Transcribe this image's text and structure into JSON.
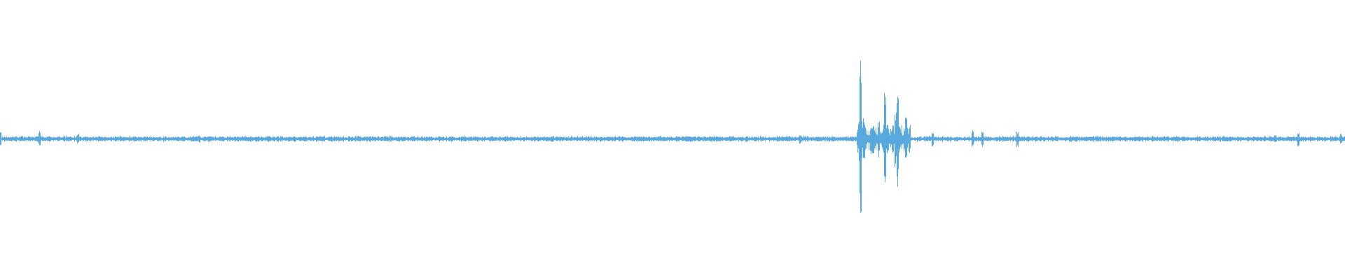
{
  "waveform": {
    "color": "#5aa9de",
    "background": "#ffffff",
    "baseline_fraction": 0.496,
    "noise_level": 0.008,
    "peaks": [
      {
        "pos": 0.0,
        "amp": 0.025
      },
      {
        "pos": 0.029,
        "amp": 0.03
      },
      {
        "pos": 0.058,
        "amp": 0.018
      },
      {
        "pos": 0.148,
        "amp": 0.015
      },
      {
        "pos": 0.2,
        "amp": 0.012
      },
      {
        "pos": 0.24,
        "amp": 0.01
      },
      {
        "pos": 0.29,
        "amp": 0.012
      },
      {
        "pos": 0.35,
        "amp": 0.01
      },
      {
        "pos": 0.41,
        "amp": 0.012
      },
      {
        "pos": 0.475,
        "amp": 0.01
      },
      {
        "pos": 0.533,
        "amp": 0.012
      },
      {
        "pos": 0.595,
        "amp": 0.02
      },
      {
        "pos": 0.6395,
        "amp": 0.33
      },
      {
        "pos": 0.642,
        "amp": 0.08
      },
      {
        "pos": 0.648,
        "amp": 0.06
      },
      {
        "pos": 0.653,
        "amp": 0.07
      },
      {
        "pos": 0.6578,
        "amp": 0.22
      },
      {
        "pos": 0.66,
        "amp": 0.06
      },
      {
        "pos": 0.6655,
        "amp": 0.11
      },
      {
        "pos": 0.667,
        "amp": 0.18
      },
      {
        "pos": 0.6735,
        "amp": 0.09
      },
      {
        "pos": 0.693,
        "amp": 0.03
      },
      {
        "pos": 0.723,
        "amp": 0.035
      },
      {
        "pos": 0.73,
        "amp": 0.03
      },
      {
        "pos": 0.756,
        "amp": 0.035
      },
      {
        "pos": 0.8,
        "amp": 0.012
      },
      {
        "pos": 0.875,
        "amp": 0.012
      },
      {
        "pos": 0.89,
        "amp": 0.01
      },
      {
        "pos": 0.94,
        "amp": 0.012
      },
      {
        "pos": 0.948,
        "amp": 0.015
      },
      {
        "pos": 0.965,
        "amp": 0.03
      },
      {
        "pos": 0.997,
        "amp": 0.02
      }
    ],
    "burst_region": {
      "start": 0.637,
      "end": 0.677,
      "amp": 0.05
    }
  }
}
